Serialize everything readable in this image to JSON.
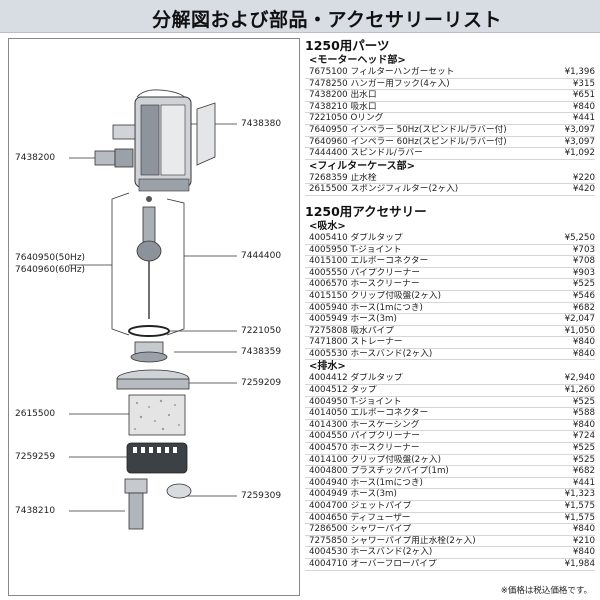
{
  "header": {
    "title": "分解図および部品・アクセサリーリスト"
  },
  "diagram": {
    "labels": [
      "7438380",
      "7438200",
      "7640950(50Hz)",
      "7640960(60Hz)",
      "7444400",
      "7221050",
      "7438359",
      "7259209",
      "2615500",
      "7259259",
      "7438210",
      "7259309"
    ]
  },
  "parts": {
    "title": "1250用パーツ",
    "groups": [
      {
        "title": "<モーターヘッド部>",
        "items": [
          {
            "code": "7675100",
            "name": "フィルターハンガーセット",
            "price": "¥1,396"
          },
          {
            "code": "7478250",
            "name": "ハンガー用フック(4ヶ入)",
            "price": "¥315"
          },
          {
            "code": "7438200",
            "name": "出水口",
            "price": "¥651"
          },
          {
            "code": "7438210",
            "name": "吸水口",
            "price": "¥840"
          },
          {
            "code": "7221050",
            "name": "Oリング",
            "price": "¥441"
          },
          {
            "code": "7640950",
            "name": "インペラー 50Hz(スピンドル/ラバー付)",
            "price": "¥3,097"
          },
          {
            "code": "7640960",
            "name": "インペラー 60Hz(スピンドル/ラバー付)",
            "price": "¥3,097"
          },
          {
            "code": "7444400",
            "name": "スピンドル/ラバー",
            "price": "¥1,092"
          }
        ]
      },
      {
        "title": "<フィルターケース部>",
        "items": [
          {
            "code": "7268359",
            "name": "止水栓",
            "price": "¥220"
          },
          {
            "code": "2615500",
            "name": "スポンジフィルター(2ヶ入)",
            "price": "¥420"
          }
        ]
      }
    ]
  },
  "accessories": {
    "title": "1250用アクセサリー",
    "groups": [
      {
        "title": "<吸水>",
        "items": [
          {
            "code": "4005410",
            "name": "ダブルタップ",
            "price": "¥5,250"
          },
          {
            "code": "4005950",
            "name": "T-ジョイント",
            "price": "¥703"
          },
          {
            "code": "4015100",
            "name": "エルボーコネクター",
            "price": "¥708"
          },
          {
            "code": "4005550",
            "name": "パイプクリーナー",
            "price": "¥903"
          },
          {
            "code": "4006570",
            "name": "ホースクリーナー",
            "price": "¥525"
          },
          {
            "code": "4015150",
            "name": "クリップ付吸盤(2ヶ入)",
            "price": "¥546"
          },
          {
            "code": "4005940",
            "name": "ホース(1mにつき)",
            "price": "¥682"
          },
          {
            "code": "4005949",
            "name": "ホース(3m)",
            "price": "¥2,047"
          },
          {
            "code": "7275808",
            "name": "吸水パイプ",
            "price": "¥1,050"
          },
          {
            "code": "7471800",
            "name": "ストレーナー",
            "price": "¥840"
          },
          {
            "code": "4005530",
            "name": "ホースバンド(2ヶ入)",
            "price": "¥840"
          }
        ]
      },
      {
        "title": "<排水>",
        "items": [
          {
            "code": "4004412",
            "name": "ダブルタップ",
            "price": "¥2,940"
          },
          {
            "code": "4004512",
            "name": "タップ",
            "price": "¥1,260"
          },
          {
            "code": "4004950",
            "name": "T-ジョイント",
            "price": "¥525"
          },
          {
            "code": "4014050",
            "name": "エルボーコネクター",
            "price": "¥588"
          },
          {
            "code": "4014300",
            "name": "ホースケーシング",
            "price": "¥840"
          },
          {
            "code": "4004550",
            "name": "パイプクリーナー",
            "price": "¥724"
          },
          {
            "code": "4004570",
            "name": "ホースクリーナー",
            "price": "¥525"
          },
          {
            "code": "4014100",
            "name": "クリップ付吸盤(2ヶ入)",
            "price": "¥525"
          },
          {
            "code": "4004800",
            "name": "プラスチックパイプ(1m)",
            "price": "¥682"
          },
          {
            "code": "4004940",
            "name": "ホース(1mにつき)",
            "price": "¥441"
          },
          {
            "code": "4004949",
            "name": "ホース(3m)",
            "price": "¥1,323"
          },
          {
            "code": "4004700",
            "name": "ジェットパイプ",
            "price": "¥1,575"
          },
          {
            "code": "4004650",
            "name": "ディフューザー",
            "price": "¥1,575"
          },
          {
            "code": "7286500",
            "name": "シャワーパイプ",
            "price": "¥840"
          },
          {
            "code": "7275850",
            "name": "シャワーパイプ用止水栓(2ヶ入)",
            "price": "¥210"
          },
          {
            "code": "4004530",
            "name": "ホースバンド(2ヶ入)",
            "price": "¥840"
          },
          {
            "code": "4004710",
            "name": "オーバーフローパイプ",
            "price": "¥1,984"
          }
        ]
      }
    ]
  },
  "footer": {
    "note": "※価格は税込価格です。"
  }
}
